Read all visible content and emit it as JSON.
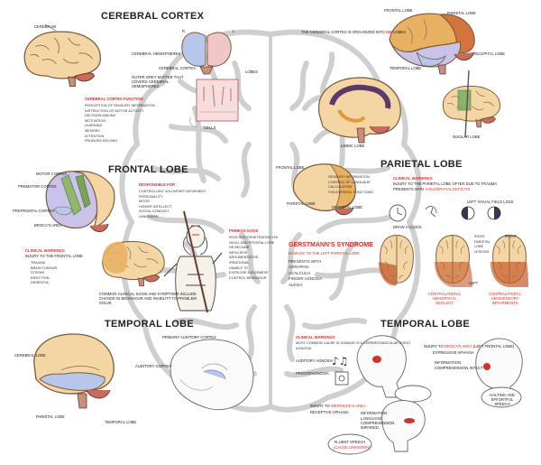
{
  "titles": {
    "cerebral_cortex": "CEREBRAL CORTEX",
    "frontal_lobe": "FRONTAL LOBE",
    "parietal_lobe": "PARIETAL LOBE",
    "temporal_lobe_left": "TEMPORAL LOBE",
    "temporal_lobe_right": "TEMPORAL LOBE"
  },
  "cortex": {
    "cerebrum_label": "CEREBRUM",
    "hemisphere_label": "CEREBRAL HEMISPHERES",
    "hemi_R": "R",
    "hemi_L": "L",
    "cerebral_cortex_label": "CEREBRAL CORTEX",
    "matter_note": "OUTER GREY MATTER THAT COVERS CEREBRAL HEMISPHERES",
    "lobes_label": "LOBES",
    "cells_label": "CELLS",
    "function_header": "CEREBRAL CORTEX FUNCTION",
    "functions": [
      "PERCEPTION OF SENSORY INFORMATION",
      "INSTRUCTION OF MOTOR ACTIVITY",
      "DECISION MAKING",
      "MOTIVATION",
      "LEARNING",
      "MEMORY",
      "ATTENTION",
      "PROBLEM SOLVING"
    ],
    "organized_note": "THE CEREBRAL CORTEX IS ORGANIZED INTO",
    "organized_count": "SIX",
    "organized_end": "LOBES",
    "limbic_label": "LIMBIC LOBE"
  },
  "lobes_top_right": {
    "frontal": "FRONTAL LOBE",
    "parietal": "PARIETAL LOBE",
    "occipital": "OCCIPITAL LOBE",
    "temporal": "TEMPORAL LOBE",
    "insular": "INSULAR LOBE"
  },
  "frontal": {
    "motor_cortex": "MOTOR CORTEX",
    "premotor_cortex": "PREMOTOR CORTEX",
    "prefrontal_cortex": "PREFRONTAL CORTEX",
    "brocas_area": "BROCA'S AREA",
    "responsible_header": "RESPONSIBLE FOR",
    "responsible": [
      "CONTROLLING VOLUNTARY MOVEMENT",
      "PERSONALITY",
      "MOOD",
      "HIGHER INTELLECT",
      "SOCIAL CONDUCT",
      "LANGUAGE"
    ],
    "clinical_header": "CLINICAL WARNINGS",
    "clinical_sub": "INJURY TO THE FRONTAL LOBE",
    "clinical": [
      "TRAUMA",
      "BRAIN TUMOUR",
      "STROKE",
      "INFECTION",
      "DEMENTIA"
    ],
    "changes_note": "COMMON CLINICAL SIGNS AND SYMPTOMS INCLUDE CHANGE IN BEHAVIOUR AND INABILITY TO PROBLEM SOLVE",
    "phineas_header": "PHINEAS GAGE",
    "phineas": [
      "IRON ROD PENETRATING HIS",
      "SKULL AND FRONTAL LOBE",
      "HE BECAME",
      "IMPULSIVE",
      "ARGUMENTATIVE",
      "IRRATIONAL",
      "UNABLE TO",
      "EXERCISE JUDGEMENT",
      "CONTROL BEHAVIOUR"
    ]
  },
  "parietal": {
    "frontal_label": "FRONTAL LOBE",
    "parietal_label": "PARIETAL LOBE",
    "occipital_label": "OCCIPITAL LOBE",
    "functions": [
      "SENSORY INFORMATION",
      "CONTROL OF LANGUAGE",
      "CALCULATION",
      "VISUOSPATIAL FUNCTIONS"
    ],
    "clinical_header": "CLINICAL WARNINGS",
    "clinical_text": [
      "INJURY TO THE PARIETAL LOBE OFTEN DUE TO TRAUMA",
      "PRESENTS WITH"
    ],
    "clinical_highlight": "VISUOSPATIAL DEFICITS",
    "left_visual_field": "LEFT VISUAL FIELD LOSS",
    "right_parietal": [
      "RIGHT",
      "PARIETAL",
      "LOBE",
      "LESIONS"
    ],
    "right_label": "RIGHT",
    "left_label": "LEFT",
    "hemispatial": "CONTRALATERAL HEMISPATIAL NEGLECT",
    "hemi_sensory": "CONTRALATERAL HEMISENSORY IMPAIRMENTS",
    "draw_label": "DRAW A CLOCK"
  },
  "gerstmann": {
    "title": "GERSTMANN'S SYNDROME",
    "subtitle": "DAMAGE TO THE LEFT PARIETAL LOBE",
    "items": [
      "PRESENTS WITH",
      "AGRAPHIA",
      "ACALCULIA",
      "FINGER AGNOSIA",
      "ALEXIA"
    ]
  },
  "temporal_left": {
    "cerebral_lobe": "CEREBRAL LOBE",
    "parietal_lobe": "PARIETAL LOBE",
    "temporal_lobe": "TEMPORAL LOBE",
    "primary_cortex": "PRIMARY AUDITORY CORTEX",
    "auditory_cortex": "AUDITORY CORTEX"
  },
  "temporal_right": {
    "clinical_header": "CLINICAL WARNINGS",
    "clinical_items": [
      "MOST COMMON CAUSE IS DAMAGE IS A CEREBROVASCULAR EVENT",
      "AGNOSIA"
    ],
    "auditory_agnosia": "AUDITORY AGNOSIA",
    "prosopagnosia": "PROSOPAGNOSIA",
    "wernicke_header": "INJURY TO",
    "wernicke_area": "WERNICKE'S AREA",
    "wernicke_sub": "RECEPTIVE APHASIA",
    "info_label": "INFORMATION",
    "comprehension": "LANGUAGE COMPREHENSION IMPAIRED",
    "brocas_header": "INJURY TO",
    "brocas_area": "BROCA'S AREA",
    "brocas_left": "(LEFT FRONTAL LOBE)",
    "brocas_sub": "EXPRESSIVE APHASIA",
    "info2": "INFORMATION",
    "comprehension_intact": "COMPREHENSION INTACT",
    "halting": "HALTING AND EFFORTFUL SPEECH",
    "fluent": "FLUENT SPEECH",
    "fluent_red": "(CAUSE UNKNOWN)"
  },
  "colors": {
    "brain": "#f3d6a4",
    "frontal_purple": "#c9c3ea",
    "parietal_orange": "#e8b061",
    "green": "#8fb86c",
    "temporal_blue": "#b9c6ec",
    "cerebellum": "#c96a5e",
    "stem": "#c98f7d",
    "accent_red": "#d2322d",
    "outline_grey": "#cfcfcf"
  }
}
